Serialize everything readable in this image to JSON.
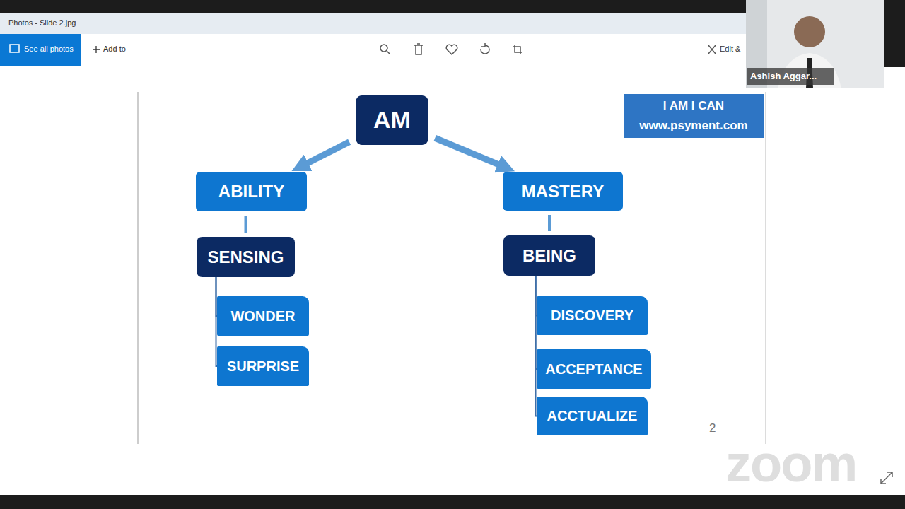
{
  "diagram": {
    "nodes": [
      {
        "text": [
          "AM"
        ]
      },
      {
        "text": [
          "ABILITY"
        ]
      },
      {
        "text": [
          "MASTERY"
        ]
      },
      {
        "text": [
          "SENSING"
        ]
      },
      {
        "text": [
          "BEING"
        ]
      },
      {
        "text": [
          "WONDER"
        ]
      },
      {
        "text": [
          "SURPRISE"
        ]
      },
      {
        "text": [
          "DISCOVERY"
        ]
      },
      {
        "text": [
          "ACCEPTANCE"
        ]
      },
      {
        "text": [
          "ACCTUALIZE"
        ]
      },
      {
        "text": [
          "I AM I CAN",
          "www.psyment.com"
        ]
      }
    ],
    "edges": [
      {
        "from": 0,
        "to": 1,
        "arrow": "to"
      },
      {
        "from": 0,
        "to": 2,
        "arrow": "to"
      },
      {
        "from": 1,
        "to": 3,
        "arrow": "none"
      },
      {
        "from": 2,
        "to": 4,
        "arrow": "none"
      },
      {
        "from": 3,
        "to": 5,
        "arrow": "none"
      },
      {
        "from": 3,
        "to": 6,
        "arrow": "none"
      },
      {
        "from": 4,
        "to": 7,
        "arrow": "none"
      },
      {
        "from": 4,
        "to": 8,
        "arrow": "none"
      },
      {
        "from": 4,
        "to": 9,
        "arrow": "none"
      }
    ],
    "labels": [
      "Photos - Slide 2.jpg",
      "See all photos",
      "Add to",
      "Edit &",
      "Ashish Aggar...",
      "2",
      "zoom"
    ]
  }
}
